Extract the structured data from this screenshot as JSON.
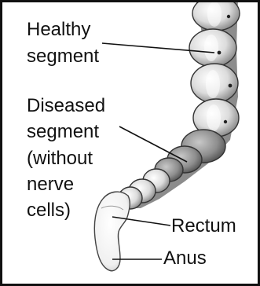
{
  "labels": {
    "healthy_segment": [
      "Healthy",
      "segment"
    ],
    "diseased_segment": [
      "Diseased",
      "segment",
      "(without",
      "nerve",
      "cells)"
    ],
    "rectum": "Rectum",
    "anus": "Anus"
  }
}
